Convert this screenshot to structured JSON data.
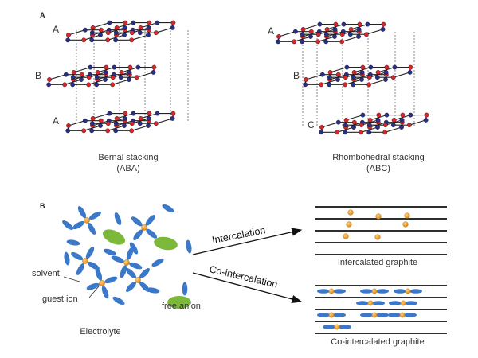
{
  "panel_a": {
    "label": "A",
    "left_layers": [
      "A",
      "B",
      "A"
    ],
    "right_layers": [
      "A",
      "B",
      "C"
    ],
    "left_caption": [
      "Bernal stacking",
      "(ABA)"
    ],
    "right_caption": [
      "Rhombohedral stacking",
      "(ABC)"
    ]
  },
  "panel_b": {
    "label": "B",
    "labels": {
      "solvent": "solvent",
      "guest_ion": "guest ion",
      "free_anion": "free anion",
      "electrolyte": "Electrolyte"
    },
    "arrows": {
      "intercalation": "Intercalation",
      "co_intercalation": "Co-intercalation"
    },
    "results": {
      "intercalated": "Intercalated graphite",
      "co_intercalated": "Co-intercalated graphite"
    }
  },
  "colors": {
    "atom_red": "#d7262a",
    "atom_blue": "#2a2f86",
    "bond": "#222222",
    "solvent_blue": "#3b78c8",
    "ion_orange": "#e89a2c",
    "anion_green": "#7cb93a"
  }
}
